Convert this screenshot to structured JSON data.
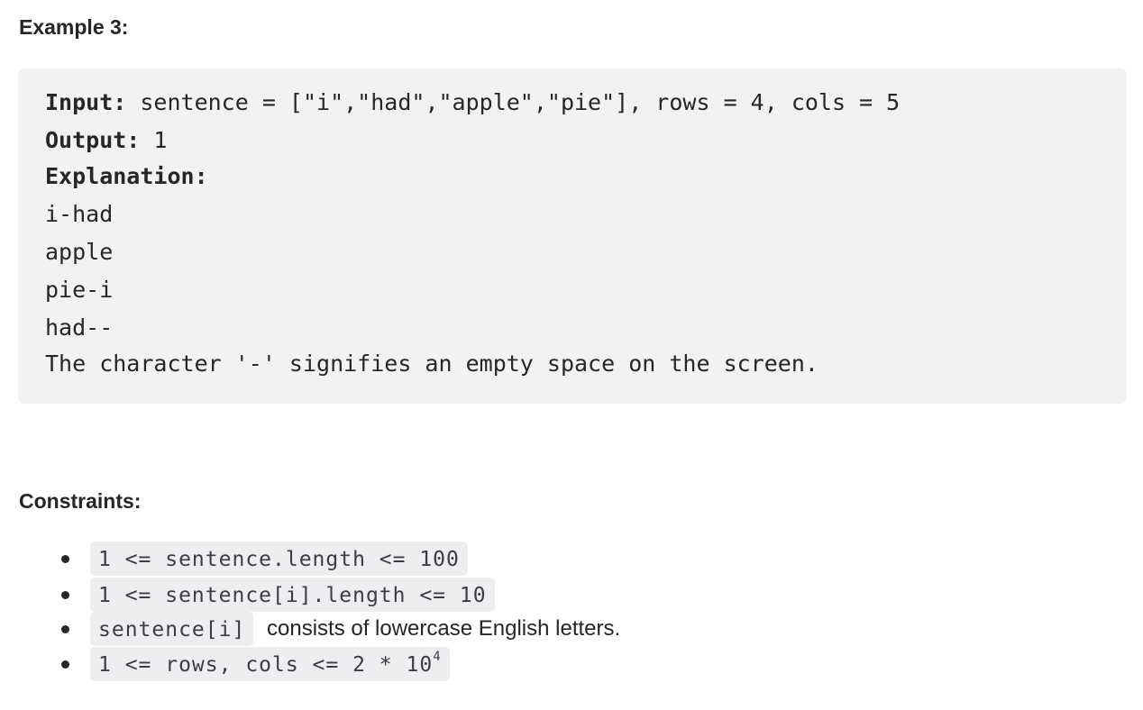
{
  "example": {
    "heading": "Example 3:",
    "input_label": "Input:",
    "input_value": " sentence = [\"i\",\"had\",\"apple\",\"pie\"], rows = 4, cols = 5",
    "output_label": "Output:",
    "output_value": " 1",
    "explanation_label": "Explanation:",
    "screen_rows": [
      "i-had",
      "apple",
      "pie-i",
      "had--"
    ],
    "note": "The character '-' signifies an empty space on the screen."
  },
  "constraints": {
    "heading": "Constraints:",
    "items": [
      {
        "code": "1 <= sentence.length <= 100",
        "text": ""
      },
      {
        "code": "1 <= sentence[i].length <= 10",
        "text": ""
      },
      {
        "code": "sentence[i]",
        "text": "consists of lowercase English letters."
      },
      {
        "code": "1 <= rows, cols <= 2 * 10",
        "sup": "4",
        "text": ""
      }
    ]
  }
}
